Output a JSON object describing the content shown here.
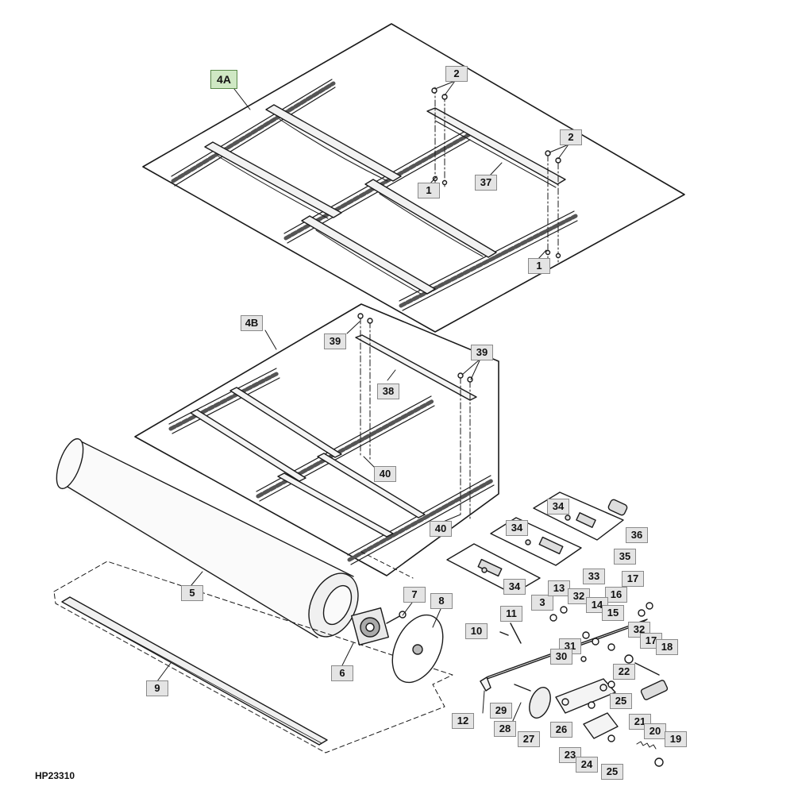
{
  "figure_code": "HP23310",
  "callouts": [
    {
      "label": "4A",
      "highlight": true
    },
    {
      "label": "2"
    },
    {
      "label": "2"
    },
    {
      "label": "1"
    },
    {
      "label": "37"
    },
    {
      "label": "1"
    },
    {
      "label": "4B"
    },
    {
      "label": "39"
    },
    {
      "label": "39"
    },
    {
      "label": "38"
    },
    {
      "label": "40"
    },
    {
      "label": "40"
    },
    {
      "label": "34"
    },
    {
      "label": "36"
    },
    {
      "label": "34"
    },
    {
      "label": "35"
    },
    {
      "label": "34"
    },
    {
      "label": "33"
    },
    {
      "label": "3"
    },
    {
      "label": "13"
    },
    {
      "label": "32"
    },
    {
      "label": "17"
    },
    {
      "label": "16"
    },
    {
      "label": "14"
    },
    {
      "label": "15"
    },
    {
      "label": "11"
    },
    {
      "label": "10"
    },
    {
      "label": "32"
    },
    {
      "label": "17"
    },
    {
      "label": "18"
    },
    {
      "label": "31"
    },
    {
      "label": "30"
    },
    {
      "label": "22"
    },
    {
      "label": "5"
    },
    {
      "label": "7"
    },
    {
      "label": "8"
    },
    {
      "label": "6"
    },
    {
      "label": "9"
    },
    {
      "label": "29"
    },
    {
      "label": "25"
    },
    {
      "label": "12"
    },
    {
      "label": "28"
    },
    {
      "label": "26"
    },
    {
      "label": "27"
    },
    {
      "label": "21"
    },
    {
      "label": "20"
    },
    {
      "label": "19"
    },
    {
      "label": "23"
    },
    {
      "label": "24"
    },
    {
      "label": "25"
    }
  ]
}
